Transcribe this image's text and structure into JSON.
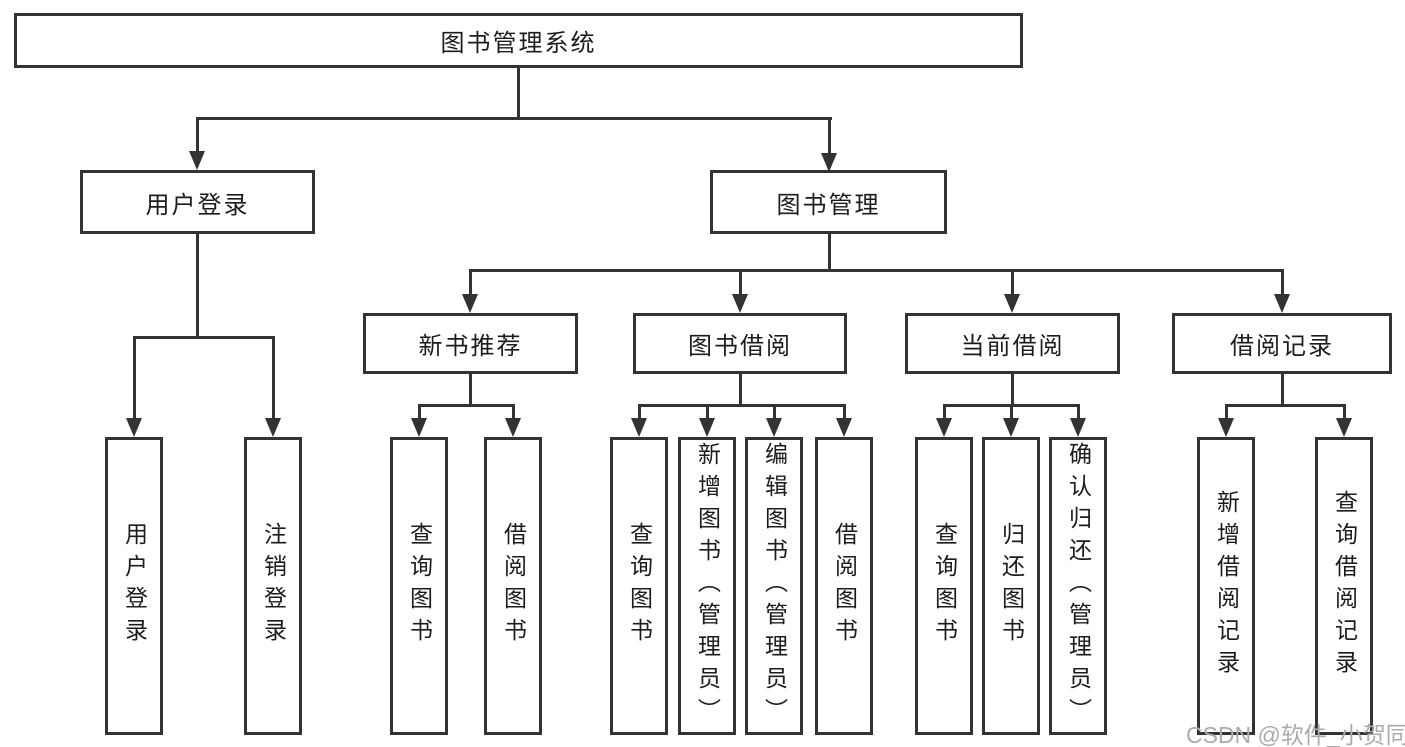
{
  "diagram": {
    "root": {
      "label": "图书管理系统"
    },
    "level2": [
      {
        "label": "用户登录"
      },
      {
        "label": "图书管理"
      }
    ],
    "level3": [
      {
        "label": "新书推荐",
        "parent": "图书管理"
      },
      {
        "label": "图书借阅",
        "parent": "图书管理"
      },
      {
        "label": "当前借阅",
        "parent": "图书管理"
      },
      {
        "label": "借阅记录",
        "parent": "图书管理"
      }
    ],
    "leaves": [
      {
        "label": "用户登录",
        "parent": "用户登录"
      },
      {
        "label": "注销登录",
        "parent": "用户登录"
      },
      {
        "label": "查询图书",
        "parent": "新书推荐"
      },
      {
        "label": "借阅图书",
        "parent": "新书推荐"
      },
      {
        "label": "查询图书",
        "parent": "图书借阅"
      },
      {
        "label": "新增图书（管理员）",
        "parent": "图书借阅"
      },
      {
        "label": "编辑图书（管理员）",
        "parent": "图书借阅"
      },
      {
        "label": "借阅图书",
        "parent": "图书借阅"
      },
      {
        "label": "查询图书",
        "parent": "当前借阅"
      },
      {
        "label": "归还图书",
        "parent": "当前借阅"
      },
      {
        "label": "确认归还（管理员）",
        "parent": "当前借阅"
      },
      {
        "label": "新增借阅记录",
        "parent": "借阅记录"
      },
      {
        "label": "查询借阅记录",
        "parent": "借阅记录"
      }
    ]
  },
  "watermark": {
    "text": "CSDN @软件_小贺同学"
  },
  "colors": {
    "line": "#333333",
    "box_border": "#333333",
    "text": "#1c1c1c",
    "background": "#ffffff",
    "watermark": "#ababab"
  }
}
